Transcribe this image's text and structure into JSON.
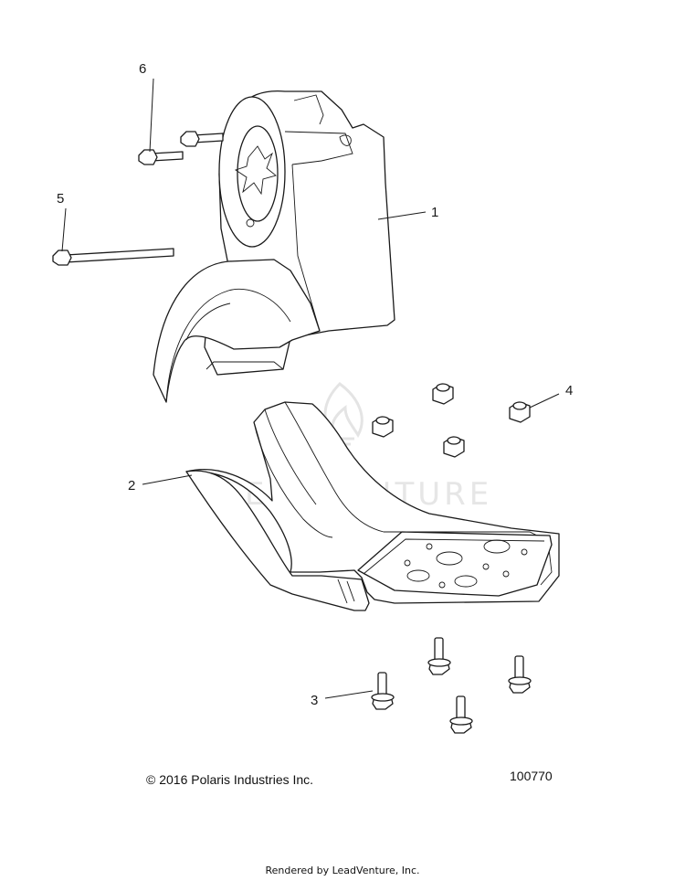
{
  "callouts": {
    "c1": "1",
    "c2": "2",
    "c3": "3",
    "c4": "4",
    "c5": "5",
    "c6": "6"
  },
  "watermark": "LEADVENTURE",
  "footer": {
    "copyright": "© 2016 Polaris Industries Inc.",
    "diagram_number": "100770",
    "rendered_by": "Rendered by LeadVenture, Inc."
  }
}
